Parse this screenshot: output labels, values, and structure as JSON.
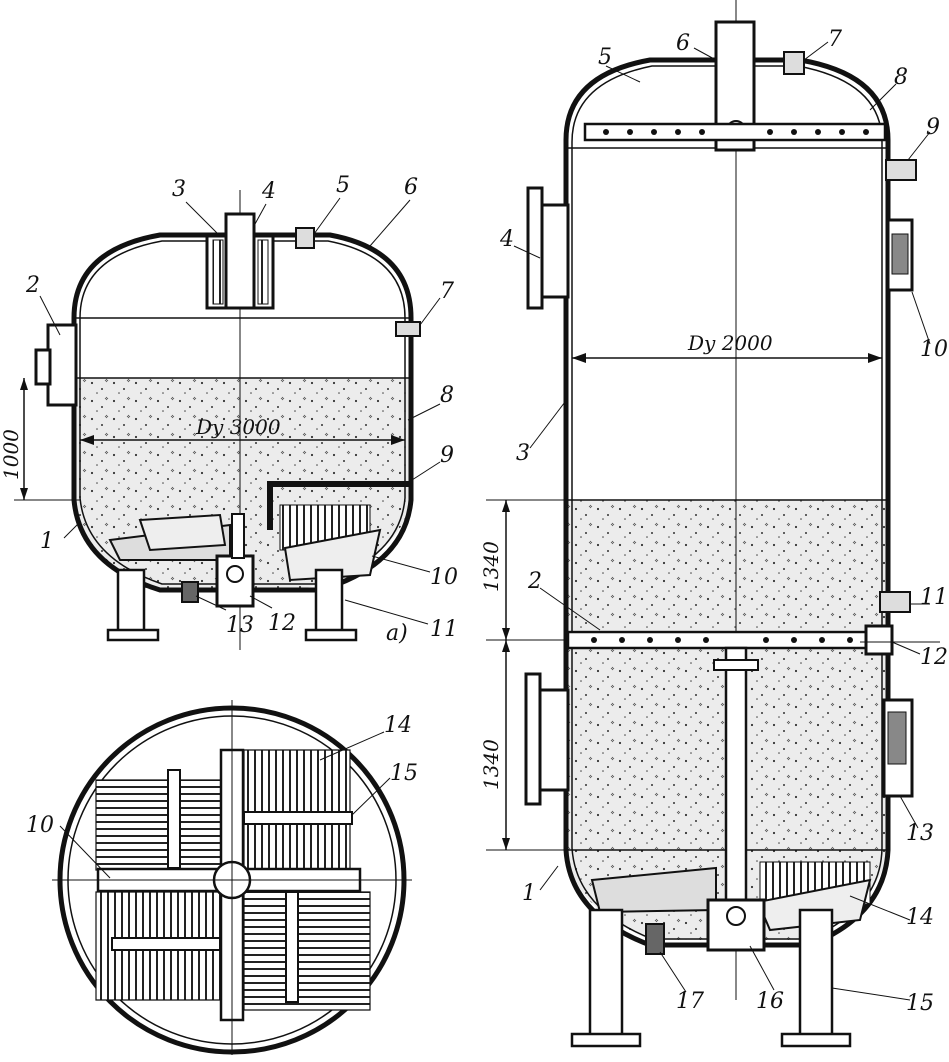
{
  "colors": {
    "ink": "#111111",
    "paper": "#ffffff",
    "fill_medium": "#e4e4e4",
    "fill_dark": "#555555"
  },
  "left_vessel": {
    "diameter_label": "Dy 3000",
    "dim_height": "1000",
    "caption": "a)",
    "labels": [
      "1",
      "2",
      "3",
      "4",
      "5",
      "6",
      "7",
      "8",
      "9",
      "10",
      "11",
      "12",
      "13"
    ]
  },
  "plan_view": {
    "labels": [
      "10",
      "14",
      "15"
    ]
  },
  "right_vessel": {
    "diameter_label": "Dy 2000",
    "dim_upper": "1340",
    "dim_lower": "1340",
    "labels": [
      "1",
      "2",
      "3",
      "4",
      "5",
      "6",
      "7",
      "8",
      "9",
      "10",
      "11",
      "12",
      "13",
      "14",
      "15",
      "16",
      "17"
    ]
  }
}
